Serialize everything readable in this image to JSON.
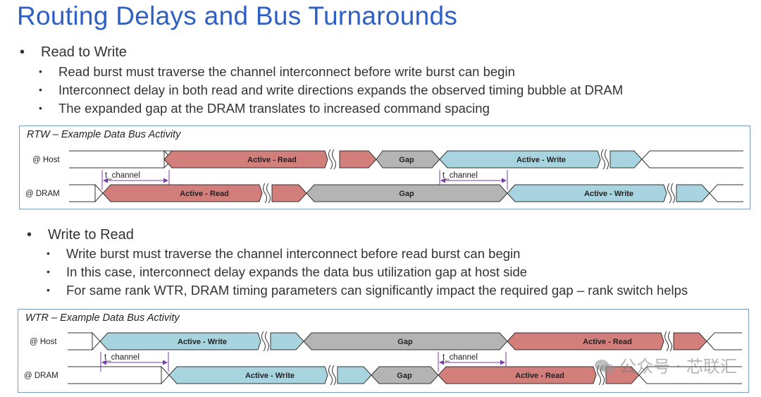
{
  "title": "Routing Delays and Bus Turnarounds",
  "sections": [
    {
      "heading": "Read to Write",
      "bullets": [
        "Read burst must traverse the channel interconnect before write burst can begin",
        "Interconnect delay in both read and write directions expands the observed timing bubble at DRAM",
        "The expanded gap at the DRAM translates to increased command spacing"
      ],
      "diagram": {
        "caption": "RTW – Example Data Bus Activity",
        "rows": [
          {
            "label": "@ Host",
            "segments": [
              "Active - Read",
              "Gap",
              "Active - Write"
            ]
          },
          {
            "label": "@ DRAM",
            "segments": [
              "Active - Read",
              "Gap",
              "Active - Write"
            ]
          }
        ],
        "delay_labels": [
          "t_channel",
          "t_channel"
        ]
      }
    },
    {
      "heading": "Write to Read",
      "bullets": [
        "Write burst must traverse the channel interconnect before read burst can begin",
        "In this case, interconnect delay expands the data bus utilization gap at host side",
        "For same rank WTR, DRAM timing parameters can significantly impact the required gap – rank switch helps"
      ],
      "diagram": {
        "caption": "WTR – Example Data Bus Activity",
        "rows": [
          {
            "label": "@ Host",
            "segments": [
              "Active - Write",
              "Gap",
              "Active - Read"
            ]
          },
          {
            "label": "@ DRAM",
            "segments": [
              "Active - Write",
              "Gap",
              "Active - Read"
            ]
          }
        ],
        "delay_labels": [
          "t_channel",
          "t_channel"
        ]
      }
    }
  ],
  "colors": {
    "read": "#d27e7b",
    "write": "#a8d4df",
    "gap": "#b4b4b4",
    "title": "#2e5fc4",
    "delay_arrow": "#7a3fa6"
  },
  "watermark": "公众号 · 芯联汇"
}
